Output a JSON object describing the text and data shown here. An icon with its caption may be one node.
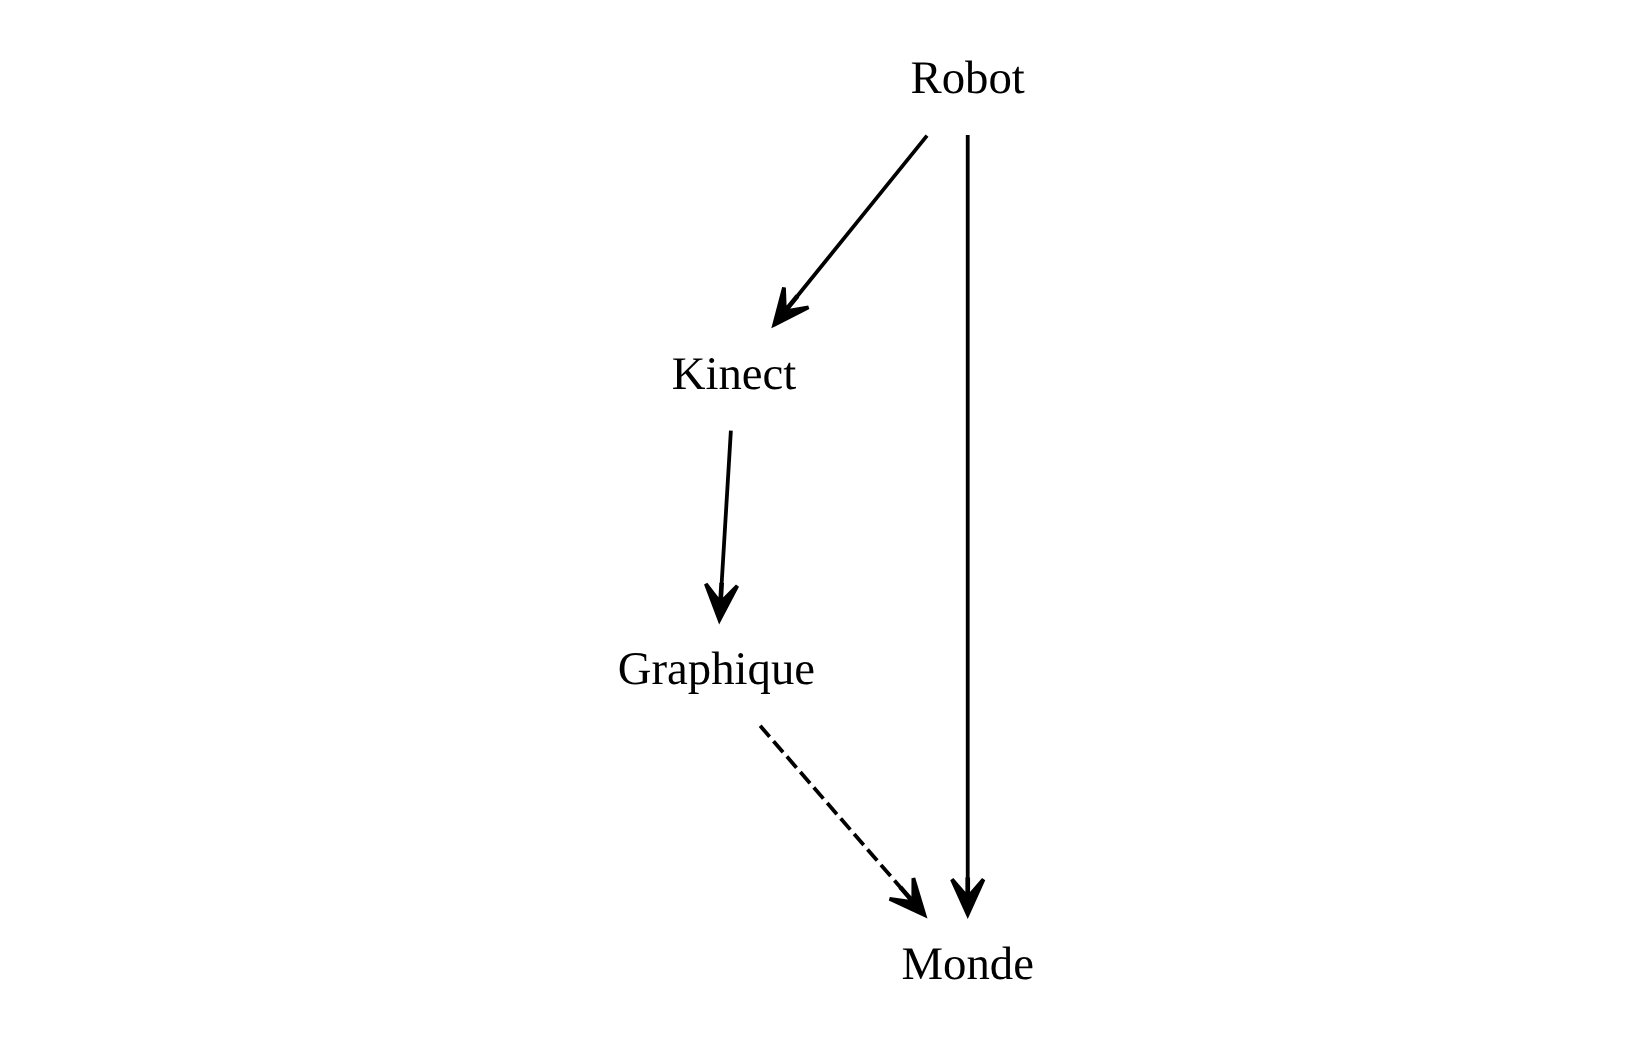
{
  "diagram": {
    "nodes": [
      {
        "text": [
          "Robot"
        ]
      },
      {
        "text": [
          "Kinect"
        ]
      },
      {
        "text": [
          "Monde"
        ]
      },
      {
        "text": [
          "Graphique"
        ]
      }
    ],
    "edges": [
      {
        "from": 0,
        "to": 1,
        "arrow": "to"
      },
      {
        "from": 0,
        "to": 2,
        "arrow": "to"
      },
      {
        "from": 1,
        "to": 3,
        "arrow": "to"
      },
      {
        "from": 3,
        "to": 2,
        "arrow": "to",
        "style": "dashed"
      }
    ]
  }
}
